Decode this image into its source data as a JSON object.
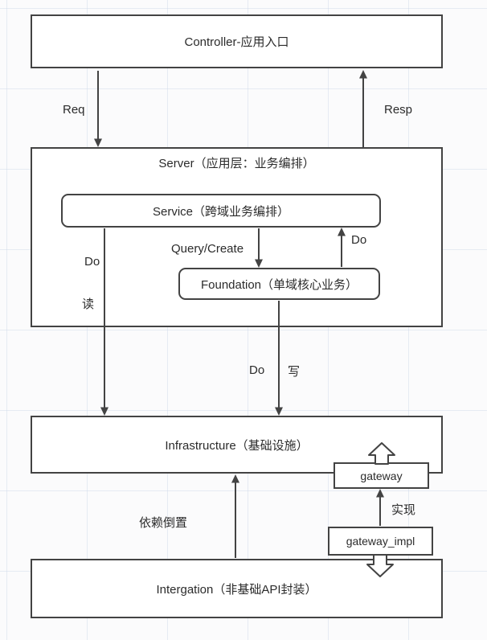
{
  "diagram": {
    "nodes": {
      "controller": {
        "label": "Controller-应用入口"
      },
      "server": {
        "label": "Server（应用层：业务编排）"
      },
      "service": {
        "label": "Service（跨域业务编排）"
      },
      "foundation": {
        "label": "Foundation（单域核心业务）"
      },
      "infrastructure": {
        "label": "Infrastructure（基础设施）"
      },
      "gateway": {
        "label": "gateway"
      },
      "gateway_impl": {
        "label": "gateway_impl"
      },
      "intergation": {
        "label": "Intergation（非基础API封装）"
      }
    },
    "edge_labels": {
      "req": "Req",
      "resp": "Resp",
      "query_create": "Query/Create",
      "do_up": "Do",
      "do_left": "Do",
      "read": "读",
      "do_bottom": "Do",
      "write": "写",
      "implement": "实现",
      "dependency_inversion": "依赖倒置"
    }
  }
}
